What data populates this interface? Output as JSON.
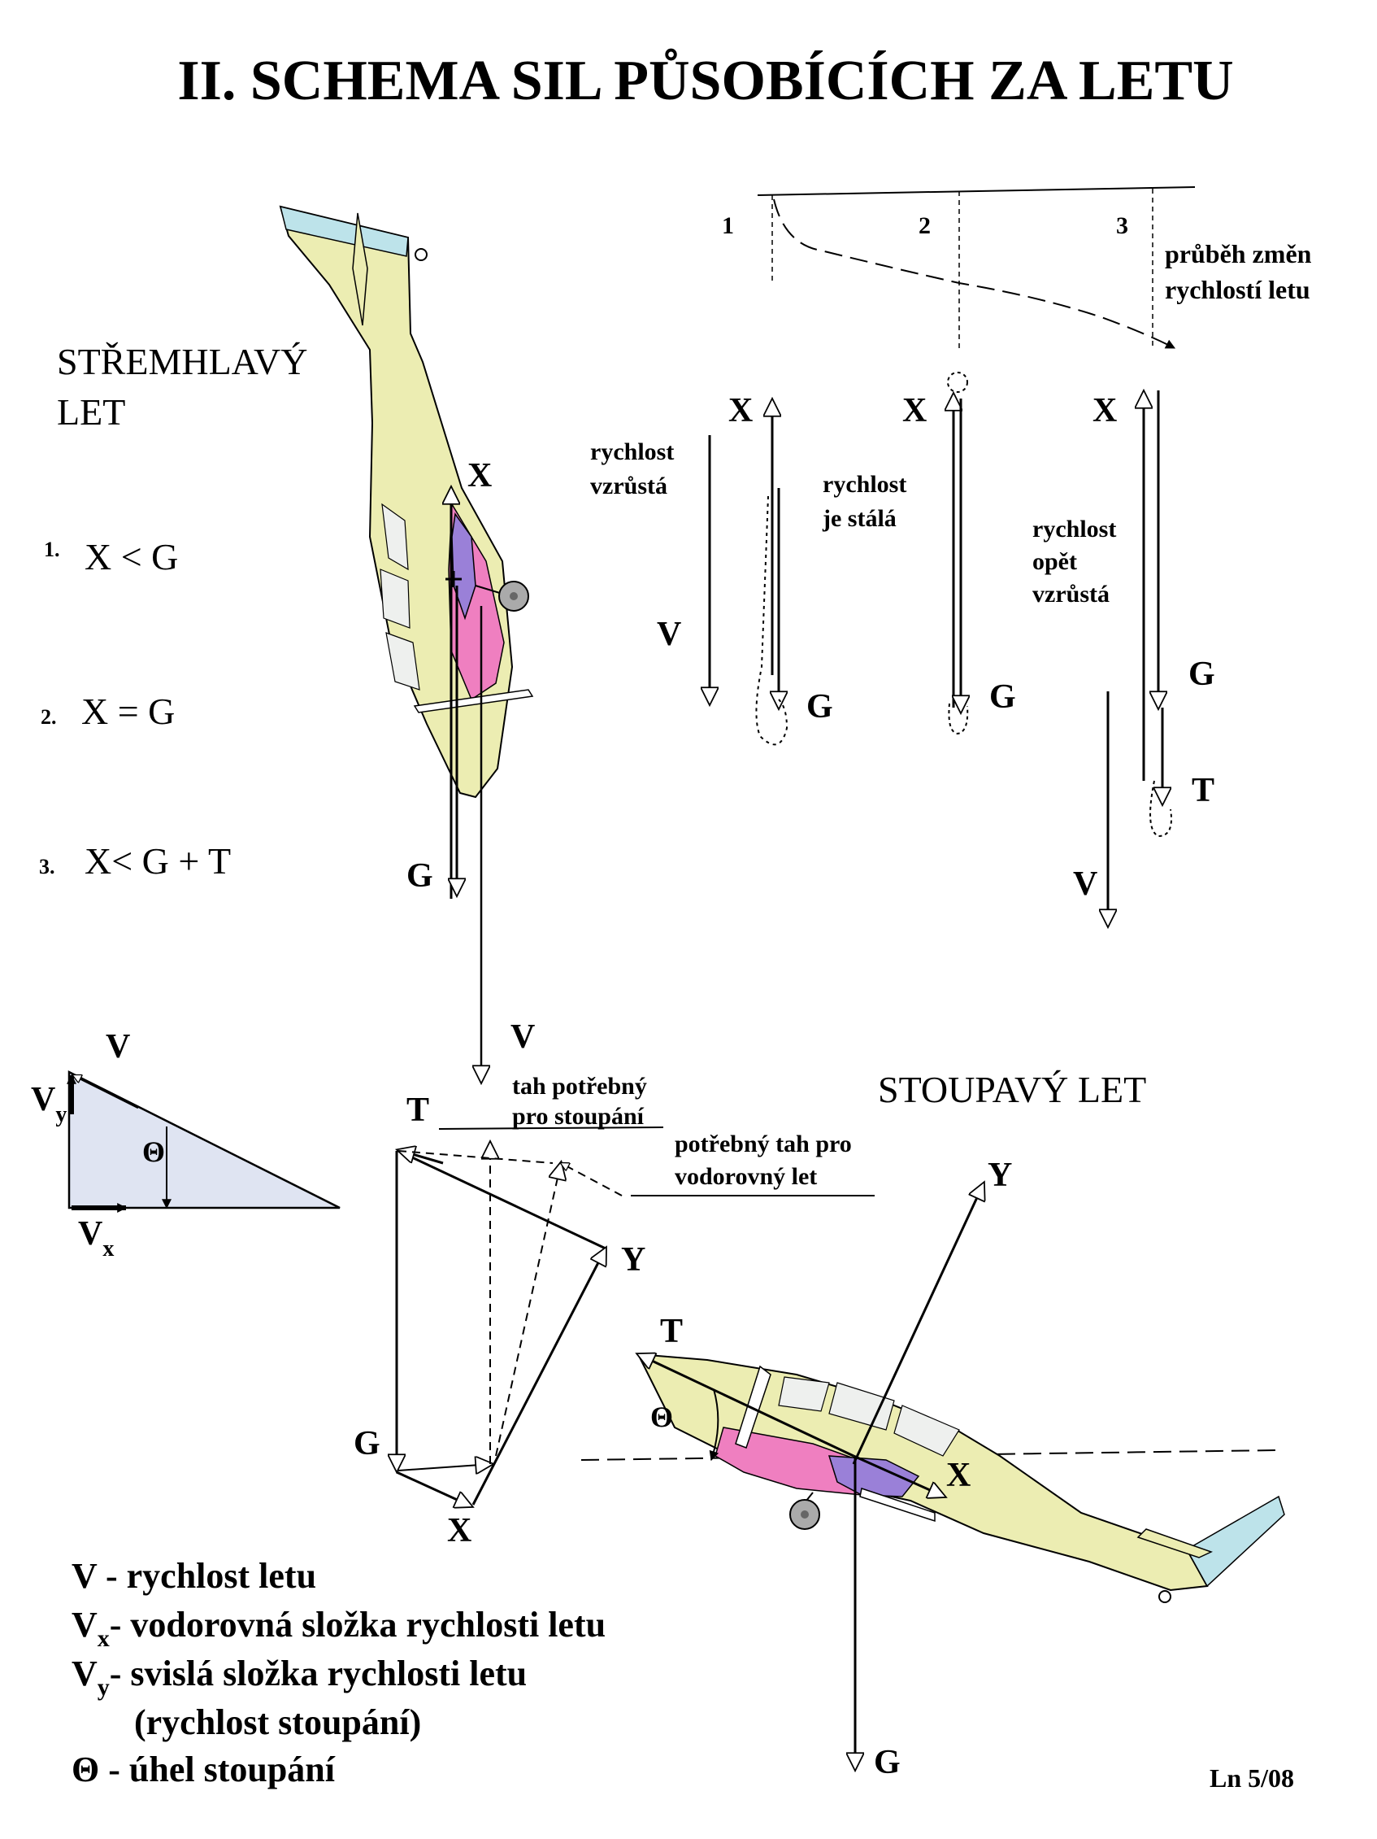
{
  "title": "II. SCHEMA SIL PŮSOBÍCÍCH ZA LETU",
  "dive": {
    "heading_line1": "STŘEMHLAVÝ",
    "heading_line2": "LET",
    "conditions": [
      {
        "num": "1.",
        "text": "X < G"
      },
      {
        "num": "2.",
        "text": "X = G"
      },
      {
        "num": "3.",
        "text": "X< G + T"
      }
    ],
    "forces": {
      "x": "X",
      "g": "G",
      "v": "V"
    }
  },
  "speed_phases": {
    "stage_numbers": [
      "1",
      "2",
      "3"
    ],
    "curve_label_line1": "průběh změn",
    "curve_label_line2": "rychlostí letu",
    "phase1": {
      "line1": "rychlost",
      "line2": "vzrůstá",
      "x": "X",
      "v": "V",
      "g": "G"
    },
    "phase2": {
      "line1": "rychlost",
      "line2": "je stálá",
      "x": "X",
      "g": "G"
    },
    "phase3": {
      "line1": "rychlost",
      "line2": "opět",
      "line3": "vzrůstá",
      "x": "X",
      "g": "G",
      "t": "T",
      "v": "V"
    }
  },
  "velocity_triangle": {
    "v": "V",
    "vy": "V",
    "vy_sub": "y",
    "vx": "V",
    "vx_sub": "x",
    "theta": "Θ"
  },
  "force_polygon": {
    "t": "T",
    "y": "Y",
    "g": "G",
    "x": "X",
    "climb_thrust_line1": "tah potřebný",
    "climb_thrust_line2": "pro stoupání",
    "level_thrust_line1": "potřebný tah pro",
    "level_thrust_line2": "vodorovný let"
  },
  "climb": {
    "heading": "STOUPAVÝ  LET",
    "y": "Y",
    "t": "T",
    "theta": "Θ",
    "x": "X",
    "g": "G"
  },
  "legend": [
    {
      "sym": "V",
      "sub": "",
      "text": " - rychlost letu"
    },
    {
      "sym": "V",
      "sub": "x",
      "text": "- vodorovná složka rychlosti letu"
    },
    {
      "sym": "V",
      "sub": "y",
      "text": "- svislá složka rychlosti letu"
    },
    {
      "sym": "",
      "sub": "",
      "text": "(rychlost stoupání)"
    },
    {
      "sym": "Θ",
      "sub": "",
      "text": " - úhel stoupání"
    }
  ],
  "footer": "Ln 5/08",
  "colors": {
    "fuselage": "#ecedb2",
    "tail": "#bde3ea",
    "engine_pink": "#ef7fc0",
    "prop_purple": "#9a80d8",
    "window": "#eef0ee",
    "triangle_fill": "#dfe4f2",
    "ink": "#000000"
  }
}
